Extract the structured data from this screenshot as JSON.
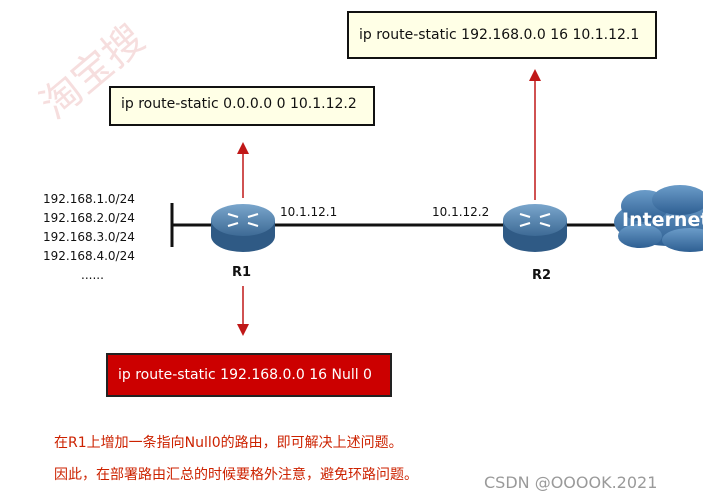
{
  "boxes": {
    "r2_route": "ip route-static 192.168.0.0 16 10.1.12.1",
    "r1_default_route": "ip route-static 0.0.0.0 0 10.1.12.2",
    "r1_null_route": "ip route-static 192.168.0.0 16 Null 0"
  },
  "networks": [
    "192.168.1.0/24",
    "192.168.2.0/24",
    "192.168.3.0/24",
    "192.168.4.0/24",
    "......"
  ],
  "links": {
    "r1_ip": "10.1.12.1",
    "r2_ip": "10.1.12.2"
  },
  "routers": {
    "r1": "R1",
    "r2": "R2"
  },
  "cloud": {
    "label": "Internet"
  },
  "notes": [
    "在R1上增加一条指向Null0的路由，即可解决上述问题。",
    "因此，在部署路由汇总的时候要格外注意，避免环路问题。"
  ],
  "watermark": "CSDN @OOOOK.2021",
  "stamp_text": "淘宝搜",
  "colors": {
    "arrow": "#c01818",
    "note_text": "#cc2200",
    "red_box": "#cc0000",
    "yellow_box": "#ffffe6",
    "router_body": "#4f7ea8",
    "cloud": "#3f75a8"
  }
}
